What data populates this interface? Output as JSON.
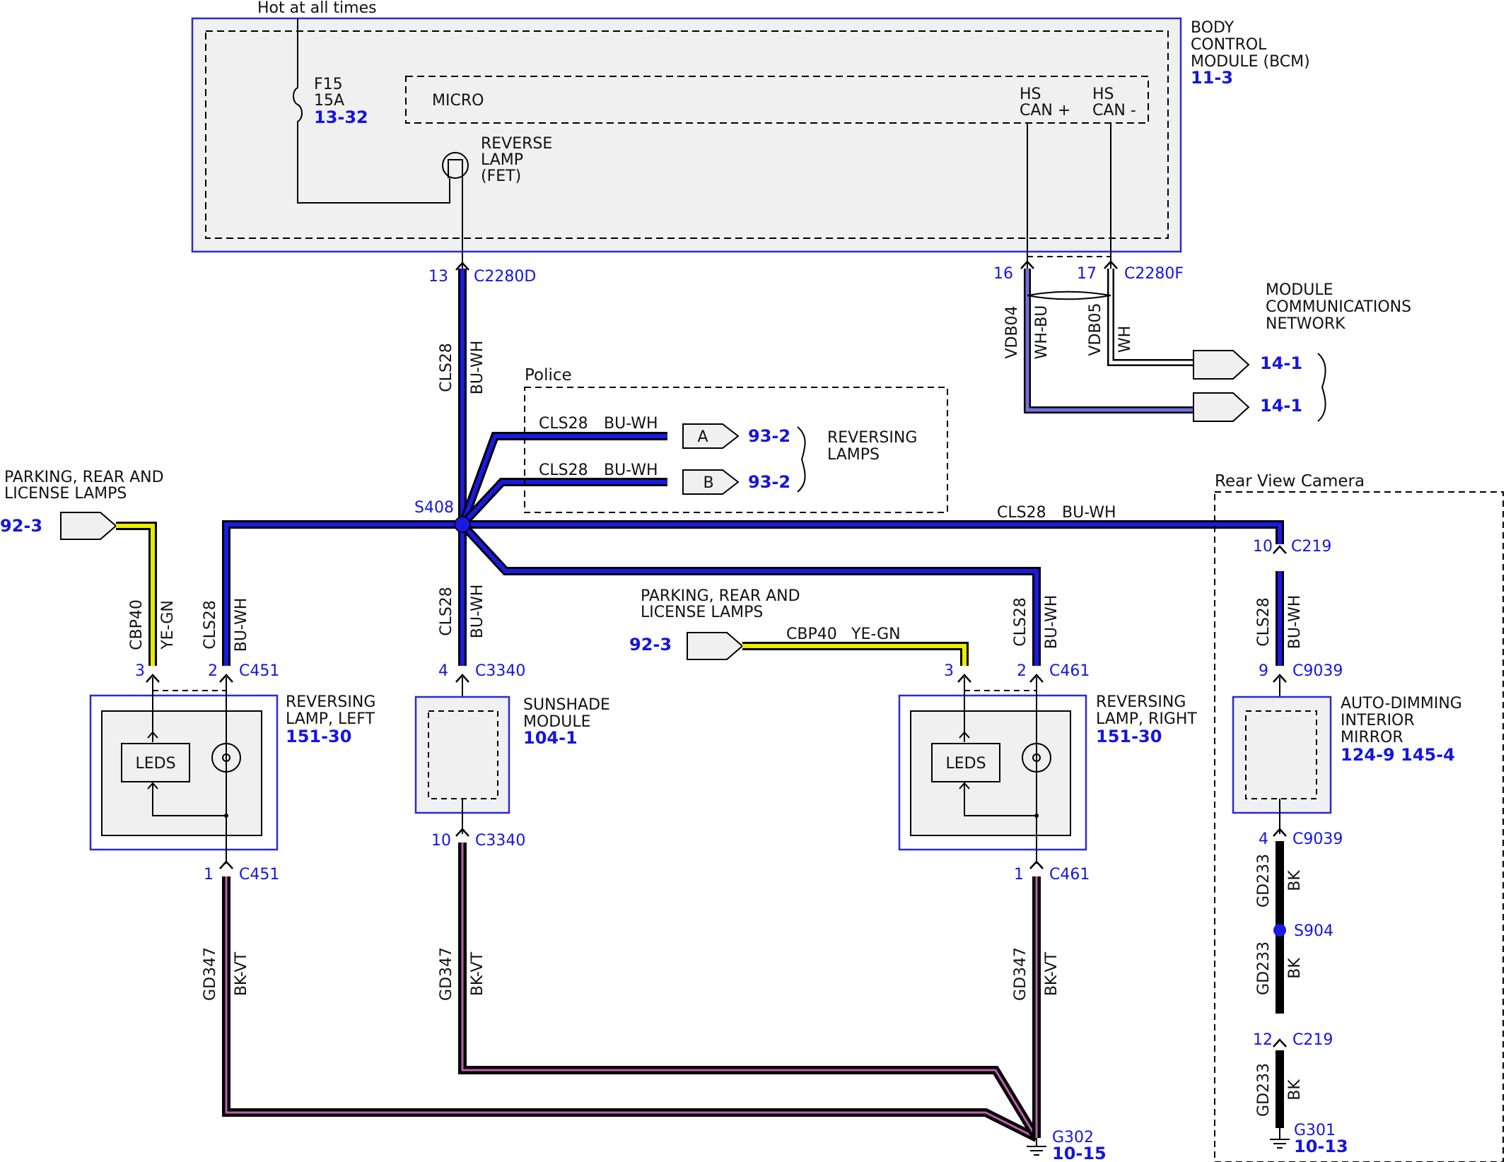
{
  "colors": {
    "module_border": "#2b2bd6",
    "module_fill": "#f0f0f0",
    "label_blue": "#1515e0",
    "wire_bu_wh": "#1a1ae0",
    "wire_ye_gn": "#e8ec00",
    "wire_bk_vt": "#000000",
    "wire_vt": "#c060b0",
    "wire_wh_bu": "#7070e0"
  },
  "header": {
    "hot": "Hot at all times"
  },
  "bcm": {
    "title": [
      "BODY",
      "CONTROL",
      "MODULE (BCM)"
    ],
    "ref": "11-3",
    "fuse": {
      "name": "F15",
      "rating": "15A",
      "ref": "13-32"
    },
    "micro": "MICRO",
    "fet": [
      "REVERSE",
      "LAMP",
      "(FET)"
    ],
    "hs_can_plus": [
      "HS",
      "CAN +"
    ],
    "hs_can_minus": [
      "HS",
      "CAN -"
    ]
  },
  "connectors": {
    "c2280d": {
      "pin": "13",
      "name": "C2280D"
    },
    "c2280f": {
      "pin16": "16",
      "pin17": "17",
      "name": "C2280F"
    },
    "c451": {
      "pin3": "3",
      "pin2": "2",
      "pin1": "1",
      "name": "C451"
    },
    "c3340": {
      "pin4": "4",
      "pin10": "10",
      "name": "C3340"
    },
    "c461": {
      "pin3": "3",
      "pin2": "2",
      "pin1": "1",
      "name": "C461"
    },
    "c219": {
      "pin10": "10",
      "pin12": "12",
      "name": "C219"
    },
    "c9039": {
      "pin9": "9",
      "pin4": "4",
      "name": "C9039"
    }
  },
  "wires": {
    "cls28": "CLS28",
    "bu_wh": "BU-WH",
    "cbp40": "CBP40",
    "ye_gn": "YE-GN",
    "gd347": "GD347",
    "bk_vt": "BK-VT",
    "gd233": "GD233",
    "bk": "BK",
    "vdb04": "VDB04",
    "wh_bu": "WH-BU",
    "vdb05": "VDB05",
    "wh": "WH"
  },
  "splices": {
    "s408": "S408",
    "s904": "S904"
  },
  "grounds": {
    "g302": {
      "name": "G302",
      "ref": "10-15"
    },
    "g301": {
      "name": "G301",
      "ref": "10-13"
    }
  },
  "network": {
    "title": [
      "MODULE",
      "COMMUNICATIONS",
      "NETWORK"
    ],
    "ref1": "14-1",
    "ref2": "14-1"
  },
  "police": {
    "title": "Police",
    "arrow_a": "A",
    "arrow_b": "B",
    "ref_a": "93-2",
    "ref_b": "93-2",
    "reversing": [
      "REVERSING",
      "LAMPS"
    ]
  },
  "parking_left": {
    "title": [
      "PARKING, REAR AND",
      "LICENSE LAMPS"
    ],
    "ref": "92-3"
  },
  "parking_mid": {
    "title": [
      "PARKING, REAR AND",
      "LICENSE LAMPS"
    ],
    "ref": "92-3"
  },
  "rev_left": {
    "title": [
      "REVERSING",
      "LAMP, LEFT"
    ],
    "ref": "151-30",
    "leds": "LEDS"
  },
  "sunshade": {
    "title": [
      "SUNSHADE",
      "MODULE"
    ],
    "ref": "104-1"
  },
  "rev_right": {
    "title": [
      "REVERSING",
      "LAMP, RIGHT"
    ],
    "ref": "151-30",
    "leds": "LEDS"
  },
  "camera": {
    "title": "Rear View Camera"
  },
  "mirror": {
    "title": [
      "AUTO-DIMMING",
      "INTERIOR",
      "MIRROR"
    ],
    "ref": "124-9 145-4"
  }
}
